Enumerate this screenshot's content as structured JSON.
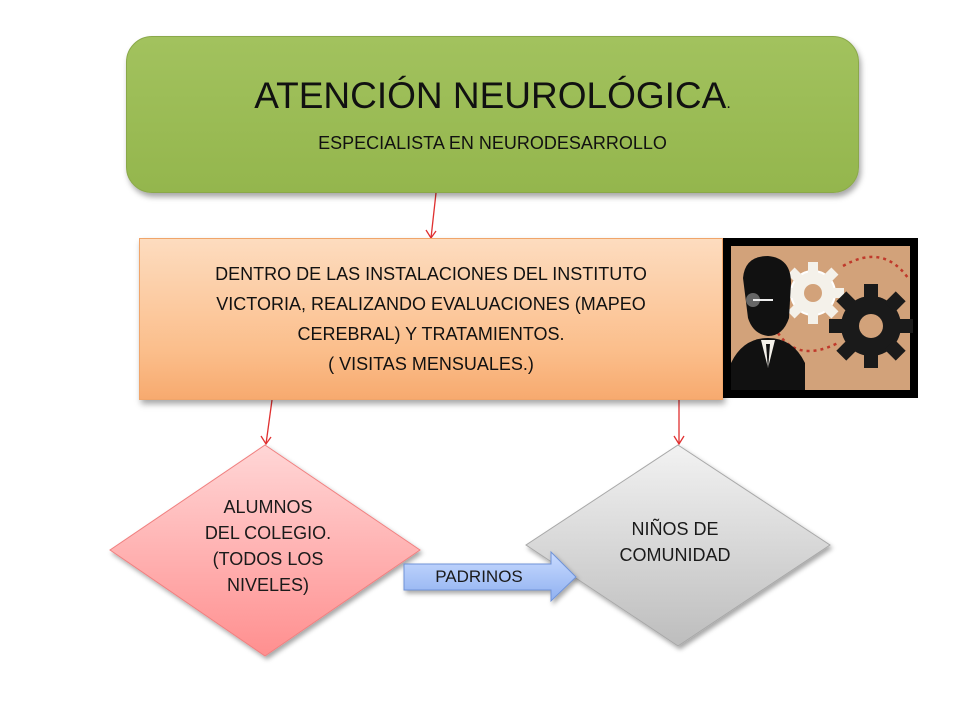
{
  "top_box": {
    "title": "ATENCIÓN NEUROLÓGICA",
    "title_suffix": ".",
    "subtitle": "ESPECIALISTA EN NEURODESARROLLO",
    "color": "#9bbb59"
  },
  "mid_box": {
    "lines": [
      "DENTRO DE LAS INSTALACIONES DEL INSTITUTO",
      "VICTORIA, REALIZANDO EVALUACIONES (MAPEO",
      "CEREBRAL) Y TRATAMIENTOS.",
      "( VISITAS MENSUALES.)"
    ],
    "color": "#fbbe8b"
  },
  "left_diamond": {
    "lines": [
      "ALUMNOS",
      "DEL COLEGIO.",
      "(TODOS LOS",
      "NIVELES)"
    ],
    "color": "#ff9999"
  },
  "right_diamond": {
    "lines": [
      "NIÑOS DE",
      "COMUNIDAD"
    ],
    "color": "#d4d4d4"
  },
  "arrow_label": {
    "text": "PADRINOS",
    "color": "#9cb8f0"
  },
  "connector_color": "#e03030",
  "image": {
    "name": "business-man-gears-icon"
  }
}
